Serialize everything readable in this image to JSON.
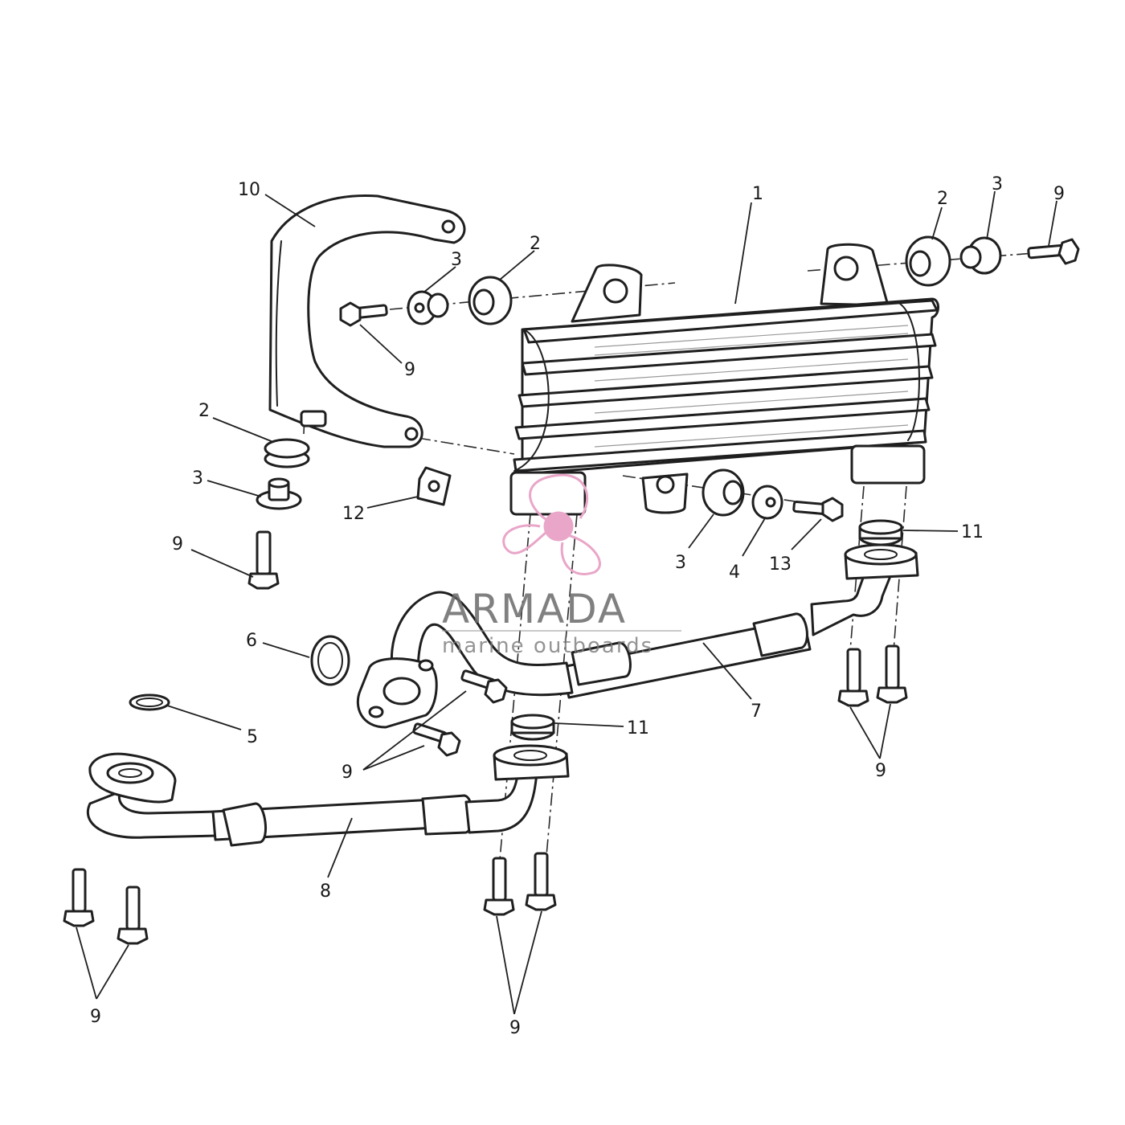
{
  "callouts": [
    {
      "id": "c1",
      "label": "1"
    },
    {
      "id": "c2a",
      "label": "2"
    },
    {
      "id": "c2b",
      "label": "2"
    },
    {
      "id": "c2c",
      "label": "2"
    },
    {
      "id": "c3a",
      "label": "3"
    },
    {
      "id": "c3b",
      "label": "3"
    },
    {
      "id": "c3c",
      "label": "3"
    },
    {
      "id": "c3d",
      "label": "3"
    },
    {
      "id": "c4",
      "label": "4"
    },
    {
      "id": "c5",
      "label": "5"
    },
    {
      "id": "c6",
      "label": "6"
    },
    {
      "id": "c7",
      "label": "7"
    },
    {
      "id": "c8",
      "label": "8"
    },
    {
      "id": "c9a",
      "label": "9"
    },
    {
      "id": "c9b",
      "label": "9"
    },
    {
      "id": "c9c",
      "label": "9"
    },
    {
      "id": "c9d",
      "label": "9"
    },
    {
      "id": "c9e",
      "label": "9"
    },
    {
      "id": "c9f",
      "label": "9"
    },
    {
      "id": "c9g",
      "label": "9"
    },
    {
      "id": "c10",
      "label": "10"
    },
    {
      "id": "c11a",
      "label": "11"
    },
    {
      "id": "c11b",
      "label": "11"
    },
    {
      "id": "c12",
      "label": "12"
    },
    {
      "id": "c13",
      "label": "13"
    }
  ],
  "watermark": {
    "title": "ARMADA",
    "subtitle": "marine outboards",
    "logo_icon": "propeller-icon",
    "logo_color": "#e9a6c8"
  }
}
